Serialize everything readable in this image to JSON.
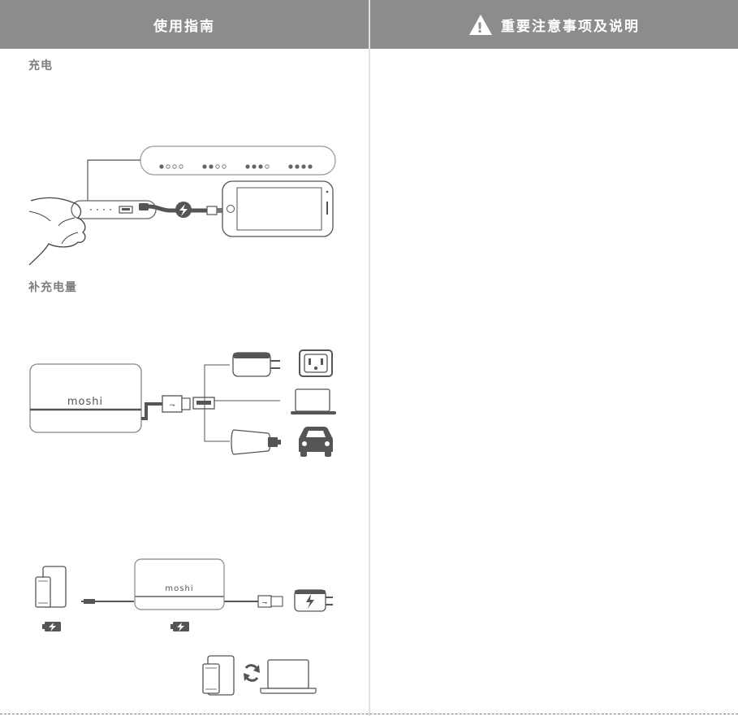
{
  "header": {
    "left_title": "使用指南",
    "right_title": "重要注意事项及说明",
    "warning_symbol": "!"
  },
  "sections": {
    "charge_title": "充电",
    "recharge_title": "补充电量"
  },
  "branding": {
    "logo_large": "moshi",
    "logo_small": "moshi"
  },
  "colors": {
    "header_bg": "#8c8c8e",
    "line": "#888888",
    "device_fill": "#5a5a5a"
  }
}
